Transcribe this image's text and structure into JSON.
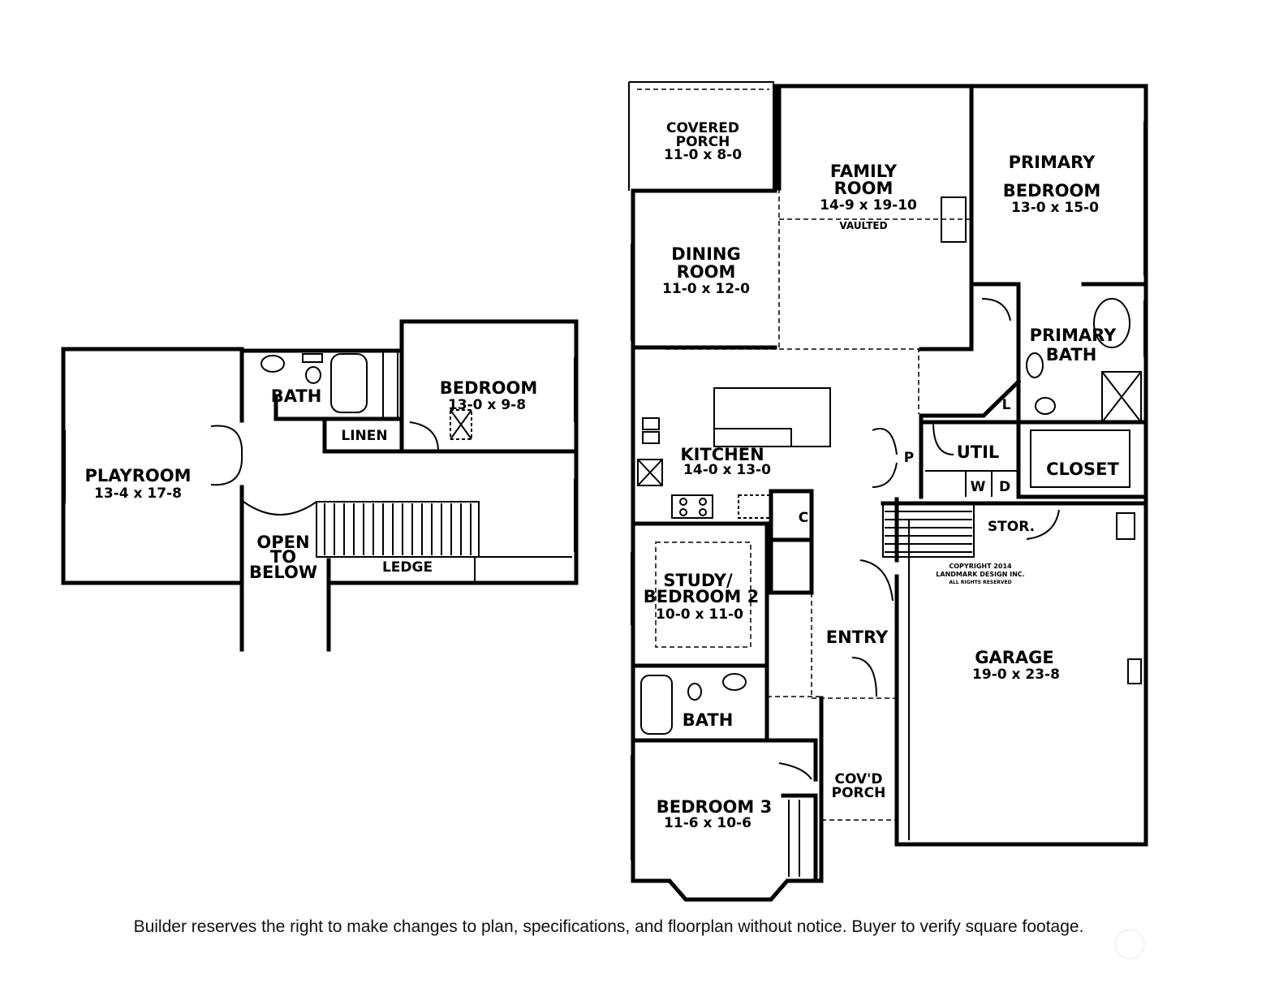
{
  "upper_floor": {
    "playroom": {
      "name": "PLAYROOM",
      "dim": "13-4 x 17-8"
    },
    "bath": {
      "name": "BATH"
    },
    "linen": {
      "name": "LINEN"
    },
    "bedroom": {
      "name": "BEDROOM",
      "dim": "13-0 x 9-8"
    },
    "open_to_below": {
      "line1": "OPEN",
      "line2": "TO",
      "line3": "BELOW"
    },
    "ledge": {
      "name": "LEDGE"
    }
  },
  "main_floor": {
    "covered_porch": {
      "line1": "COVERED",
      "line2": "PORCH",
      "dim": "11-0 x 8-0"
    },
    "family_room": {
      "line1": "FAMILY",
      "line2": "ROOM",
      "dim": "14-9 x 19-10",
      "note": "VAULTED"
    },
    "primary_bedroom": {
      "line1": "PRIMARY",
      "line2": "BEDROOM",
      "dim": "13-0 x 15-0"
    },
    "dining_room": {
      "line1": "DINING",
      "line2": "ROOM",
      "dim": "11-0 x 12-0"
    },
    "primary_bath": {
      "line1": "PRIMARY",
      "line2": "BATH"
    },
    "kitchen": {
      "name": "KITCHEN",
      "dim": "14-0 x 13-0"
    },
    "pantry": {
      "name": "P"
    },
    "linen": {
      "name": "L"
    },
    "util": {
      "name": "UTIL",
      "washer": "W",
      "dryer": "D"
    },
    "closet": {
      "name": "CLOSET"
    },
    "coat": {
      "name": "C"
    },
    "storage": {
      "name": "STOR."
    },
    "study": {
      "line1": "STUDY/",
      "line2": "BEDROOM 2",
      "dim": "10-0 x 11-0"
    },
    "entry": {
      "name": "ENTRY"
    },
    "garage": {
      "name": "GARAGE",
      "dim": "19-0 x 23-8"
    },
    "bath": {
      "name": "BATH"
    },
    "covd_porch": {
      "line1": "COV'D",
      "line2": "PORCH"
    },
    "bedroom3": {
      "name": "BEDROOM 3",
      "dim": "11-6 x 10-6"
    },
    "copyright": {
      "line1": "COPYRIGHT 2014",
      "line2": "LANDMARK DESIGN INC.",
      "line3": "ALL RIGHTS RESERVED"
    }
  },
  "disclaimer": "Builder reserves the right to make changes to  plan, specifications, and  floorplan without notice. Buyer to verify square footage."
}
